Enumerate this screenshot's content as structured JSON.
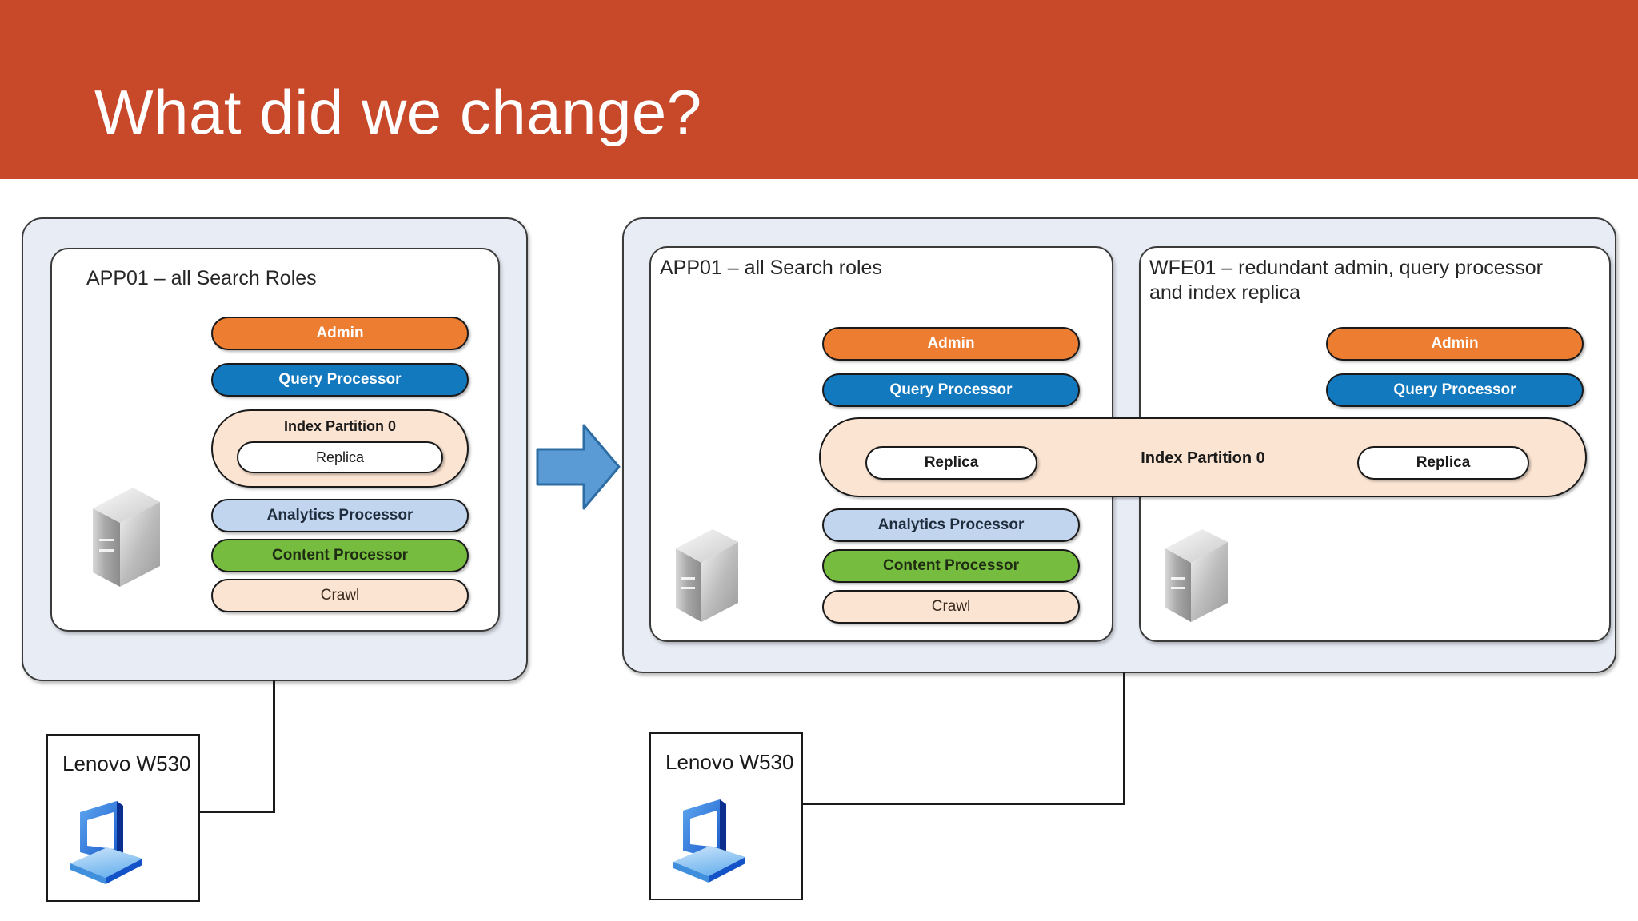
{
  "slide": {
    "title": "What did we change?"
  },
  "before": {
    "panel_title": "APP01 – all Search Roles",
    "server_icon": "server-tower-icon",
    "roles": [
      {
        "label": "Admin",
        "kind": "admin"
      },
      {
        "label": "Query Processor",
        "kind": "query"
      },
      {
        "label": "Analytics Processor",
        "kind": "analytics"
      },
      {
        "label": "Content Processor",
        "kind": "content"
      },
      {
        "label": "Crawl",
        "kind": "crawl"
      }
    ],
    "index_partition": {
      "label": "Index Partition 0",
      "replica_label": "Replica"
    },
    "client": {
      "label": "Lenovo W530",
      "icon": "laptop-icon"
    }
  },
  "after": {
    "app_panel": {
      "panel_title": "APP01 – all Search roles",
      "server_icon": "server-tower-icon",
      "roles": [
        {
          "label": "Admin",
          "kind": "admin"
        },
        {
          "label": "Query Processor",
          "kind": "query"
        },
        {
          "label": "Analytics Processor",
          "kind": "analytics"
        },
        {
          "label": "Content Processor",
          "kind": "content"
        },
        {
          "label": "Crawl",
          "kind": "crawl"
        }
      ],
      "replica_label": "Replica"
    },
    "wfe_panel": {
      "panel_title": "WFE01 – redundant admin, query processor and index replica",
      "server_icon": "server-tower-icon",
      "roles": [
        {
          "label": "Admin",
          "kind": "admin"
        },
        {
          "label": "Query Processor",
          "kind": "query"
        }
      ],
      "replica_label": "Replica"
    },
    "index_partition_label": "Index Partition 0",
    "client": {
      "label": "Lenovo W530",
      "icon": "laptop-icon"
    }
  },
  "transition": {
    "arrow_icon": "right-arrow-icon"
  },
  "colors": {
    "banner": "#c8482a",
    "admin": "#ed7d31",
    "query": "#1379bf",
    "analytics": "#c2d5ef",
    "content": "#76bc3f",
    "crawl": "#fce4d2",
    "arrow": "#5b9bd5",
    "panel_fill": "#e8ecf5"
  }
}
